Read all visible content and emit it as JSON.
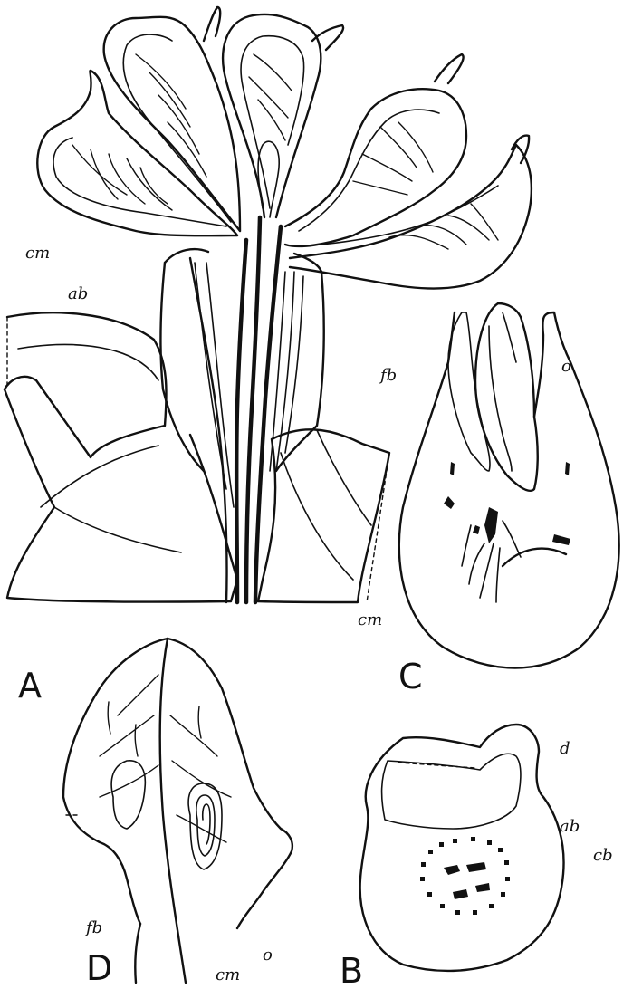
{
  "figure_labels": {
    "A": "A",
    "B": "B",
    "C": "C",
    "D": "D"
  },
  "part_labels": {
    "cm_A_top": "cm",
    "ab_A": "ab",
    "cm_A_bottom": "cm",
    "fb_C": "fb",
    "o_C": "o",
    "d_B": "d",
    "ab_B": "ab",
    "cb_B": "cb",
    "fb_D": "fb",
    "cm_D": "cm",
    "o_D": "o"
  },
  "colors": {
    "ink": "#111111",
    "paper": "#ffffff"
  }
}
